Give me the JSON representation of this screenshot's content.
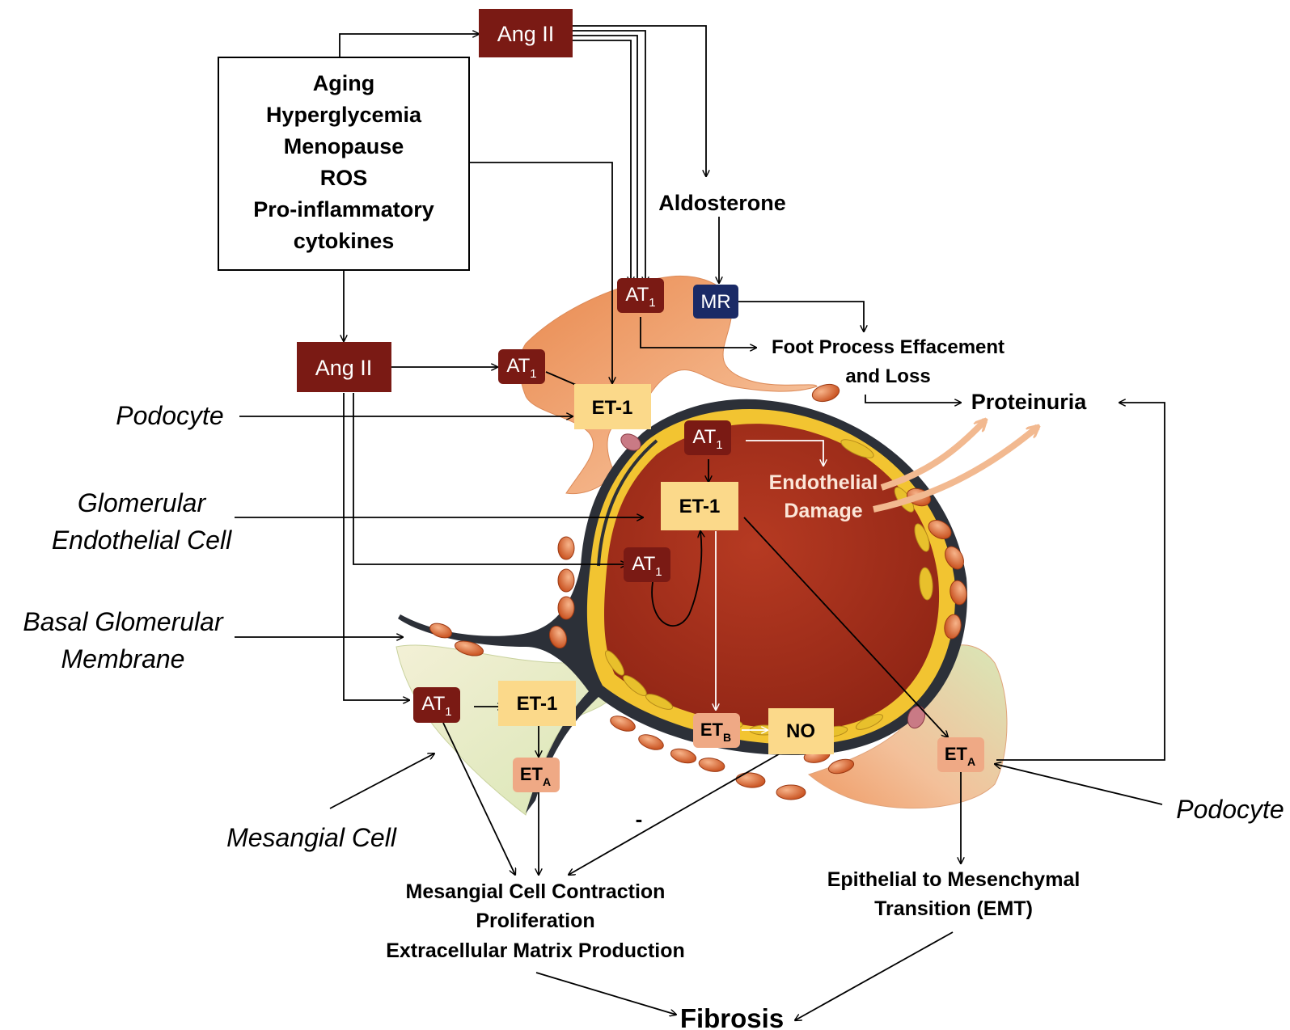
{
  "risk_factors": [
    "Aging",
    "Hyperglycemia",
    "Menopause",
    "ROS",
    "Pro-inflammatory",
    "cytokines"
  ],
  "ang_ii": "Ang II",
  "at1": {
    "base": "AT",
    "sub": "1"
  },
  "eta": {
    "base": "ET",
    "sub": "A"
  },
  "etb": {
    "base": "ET",
    "sub": "B"
  },
  "et1": "ET-1",
  "no": "NO",
  "mr": "MR",
  "aldosterone": "Aldosterone",
  "foot_process": [
    "Foot Process Effacement",
    "and Loss"
  ],
  "proteinuria": "Proteinuria",
  "endothelial_damage": [
    "Endothelial",
    "Damage"
  ],
  "labels": {
    "podocyte_left": "Podocyte",
    "glomerular_endothelial": [
      "Glomerular",
      "Endothelial Cell"
    ],
    "basal_membrane": [
      "Basal Glomerular",
      "Membrane"
    ],
    "mesangial_cell": "Mesangial Cell",
    "podocyte_right": "Podocyte"
  },
  "mesangial_effects": [
    "Mesangial Cell Contraction",
    "Proliferation",
    "Extracellular Matrix Production"
  ],
  "emt": [
    "Epithelial to Mesenchymal",
    "Transition (EMT)"
  ],
  "fibrosis": "Fibrosis",
  "minus_sign": "-",
  "colors": {
    "ang_box": "#7a1a14",
    "mr_box": "#1a2a66",
    "et1_box": "#fbd98a",
    "eta_box": "#efa985",
    "vessel": "#a8301c",
    "endothelium": "#f2c431",
    "membrane": "#2c3038",
    "podocyte": "#f0a26e",
    "mesangial": "#e6edc8"
  }
}
